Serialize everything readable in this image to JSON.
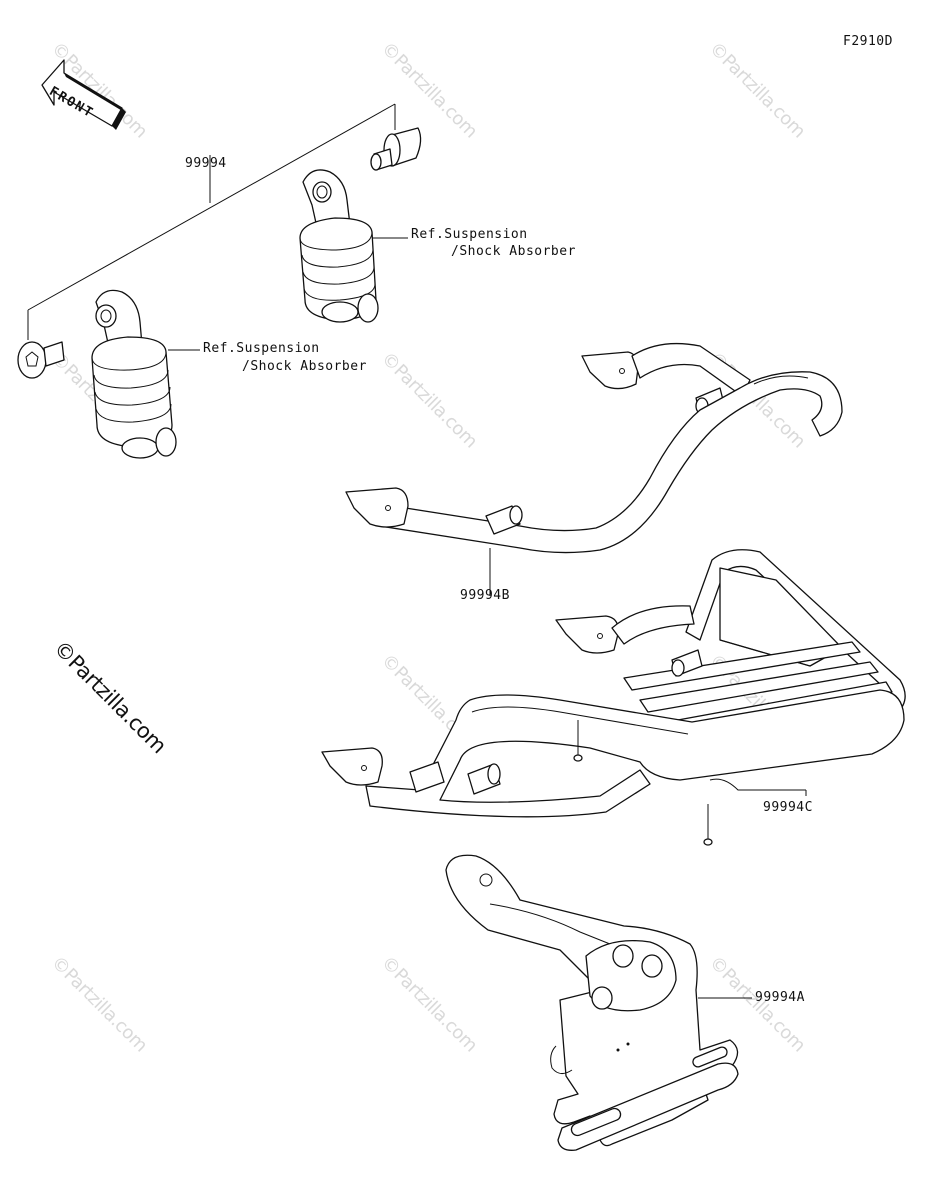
{
  "diagram_code": "F2910D",
  "front_label": "FRONT",
  "callouts": {
    "shock_kit": "99994",
    "ref_suspension_upper_1": "Ref.Suspension",
    "ref_suspension_upper_2": "/Shock Absorber",
    "ref_suspension_lower_1": "Ref.Suspension",
    "ref_suspension_lower_2": "/Shock Absorber",
    "grab_bar": "99994B",
    "rear_carrier": "99994C",
    "plate_bracket": "99994A"
  },
  "watermark": "©Partzilla.com",
  "watermark_main": "©Partzilla.com"
}
